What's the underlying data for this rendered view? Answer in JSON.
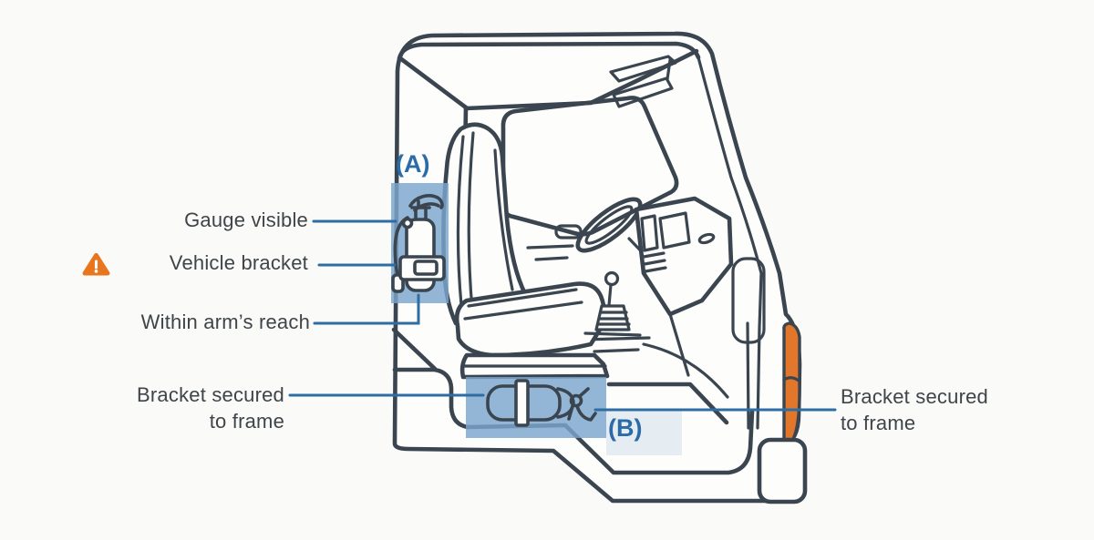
{
  "colors": {
    "background": "#fafaf9",
    "outline": "#3a4550",
    "highlight-blue": "#7ba6cd",
    "label-blue": "#2b6ba8",
    "leader-blue": "#2e6da4",
    "text-dark": "#3f4449",
    "warning-orange": "#e8761e",
    "marker-orange": "#e2772b"
  },
  "labels": {
    "region_a": "(A)",
    "region_b": "(B)",
    "gauge_visible": "Gauge visible",
    "vehicle_bracket": "Vehicle bracket",
    "within_arms_reach": "Within arm’s reach",
    "bracket_secured_line1": "Bracket secured",
    "bracket_secured_line2": "to frame"
  },
  "icons": {
    "warning": "warning-triangle-icon",
    "extinguisher_vertical": "fire-extinguisher-vertical-icon",
    "extinguisher_horizontal": "fire-extinguisher-horizontal-icon"
  }
}
